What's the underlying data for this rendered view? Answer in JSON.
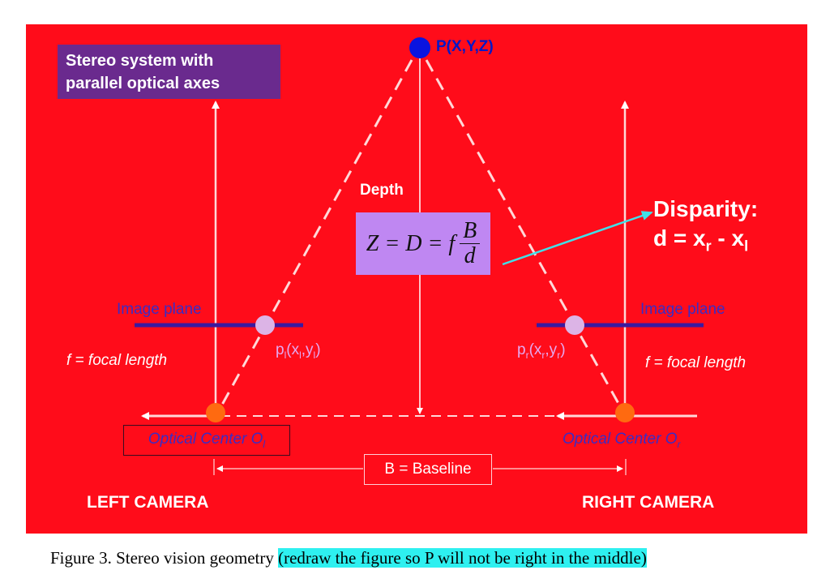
{
  "title_box": {
    "line1": "Stereo system with",
    "line2": "parallel optical axes"
  },
  "point_label": "P(X,Y,Z)",
  "depth_label": "Depth",
  "formula": {
    "lhs": "Z = D = f",
    "numerator": "B",
    "denominator": "d"
  },
  "disparity": {
    "line1": "Disparity:",
    "line2_main": "d = x",
    "sub_r": "r",
    "minus": " - x",
    "sub_l": "l"
  },
  "left": {
    "image_plane": "Image plane",
    "focal": "f = focal length",
    "point_p": "p",
    "point_sub": "l",
    "point_open": "(x",
    "point_xsub": "l",
    "point_comma": ",y",
    "point_ysub": "l",
    "point_close": ")",
    "optical_center": "Optical Center O",
    "oc_sub": "l",
    "camera": "LEFT CAMERA"
  },
  "right": {
    "image_plane": "Image plane",
    "focal": "f = focal length",
    "point_p": "p",
    "point_sub": "r",
    "point_open": "(x",
    "point_xsub": "r",
    "point_comma": ",y",
    "point_ysub": "r",
    "point_close": ")",
    "optical_center": "Optical Center O",
    "oc_sub": "r",
    "camera": "RIGHT CAMERA"
  },
  "baseline_label": "B = Baseline",
  "caption": {
    "text": "Figure 3. Stereo vision geometry ",
    "highlight": "(redraw the figure so P will not be right in the middle)"
  },
  "colors": {
    "panel": "#ff0c1a",
    "title_box": "#6a2a8e",
    "point_P": "#0a14e0",
    "camera_center": "#ff6a10",
    "image_point": "#dcb4e6",
    "image_plane": "#3a1aa0",
    "formula_box": "#bf87f2",
    "disparity_arrow": "#40e0e8",
    "caption_highlight": "#2ef0f0"
  }
}
